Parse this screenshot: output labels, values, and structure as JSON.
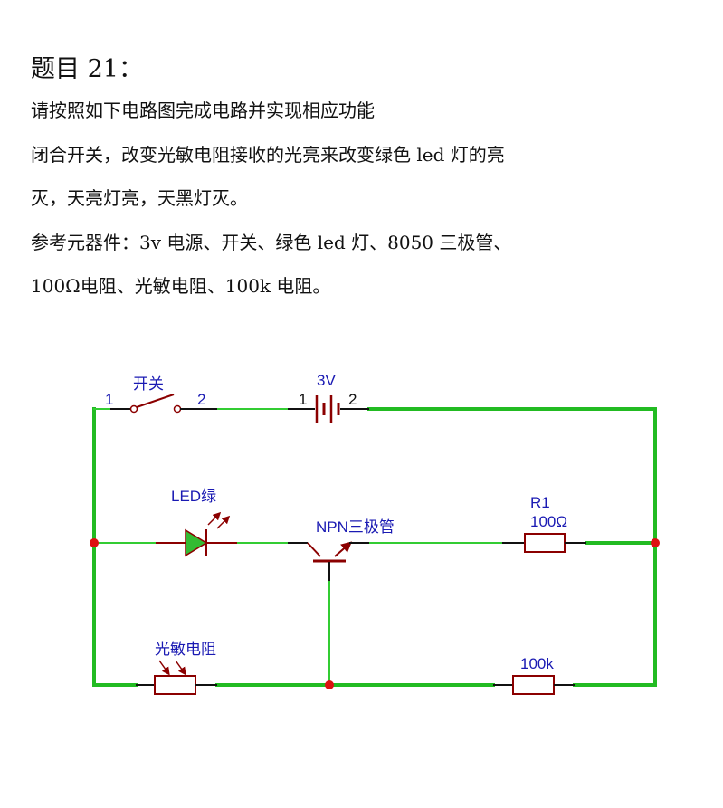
{
  "title": "题目 21：",
  "description": [
    "请按照如下电路图完成电路并实现相应功能",
    "闭合开关，改变光敏电阻接收的光亮来改变绿色 led 灯的亮",
    "灭，天亮灯亮，天黑灯灭。",
    "参考元器件：3v 电源、开关、绿色 led 灯、8050 三极管、",
    "100Ω电阻、光敏电阻、100k 电阻。"
  ],
  "circuit": {
    "switch": {
      "label": "开关",
      "pin1": "1",
      "pin2": "2"
    },
    "battery": {
      "label": "3V",
      "pin1": "1",
      "pin2": "2"
    },
    "led": {
      "label": "LED绿"
    },
    "transistor": {
      "label": "NPN三极管"
    },
    "r1": {
      "name": "R1",
      "value": "100Ω"
    },
    "photoresistor": {
      "label": "光敏电阻"
    },
    "r2": {
      "value": "100k"
    },
    "colors": {
      "wire": "#33cc33",
      "thick_wire": "#22bb22",
      "component": "#8b0000",
      "label": "#1a1ab3",
      "junction": "#dd1111",
      "led_fill": "#33bb33"
    }
  }
}
